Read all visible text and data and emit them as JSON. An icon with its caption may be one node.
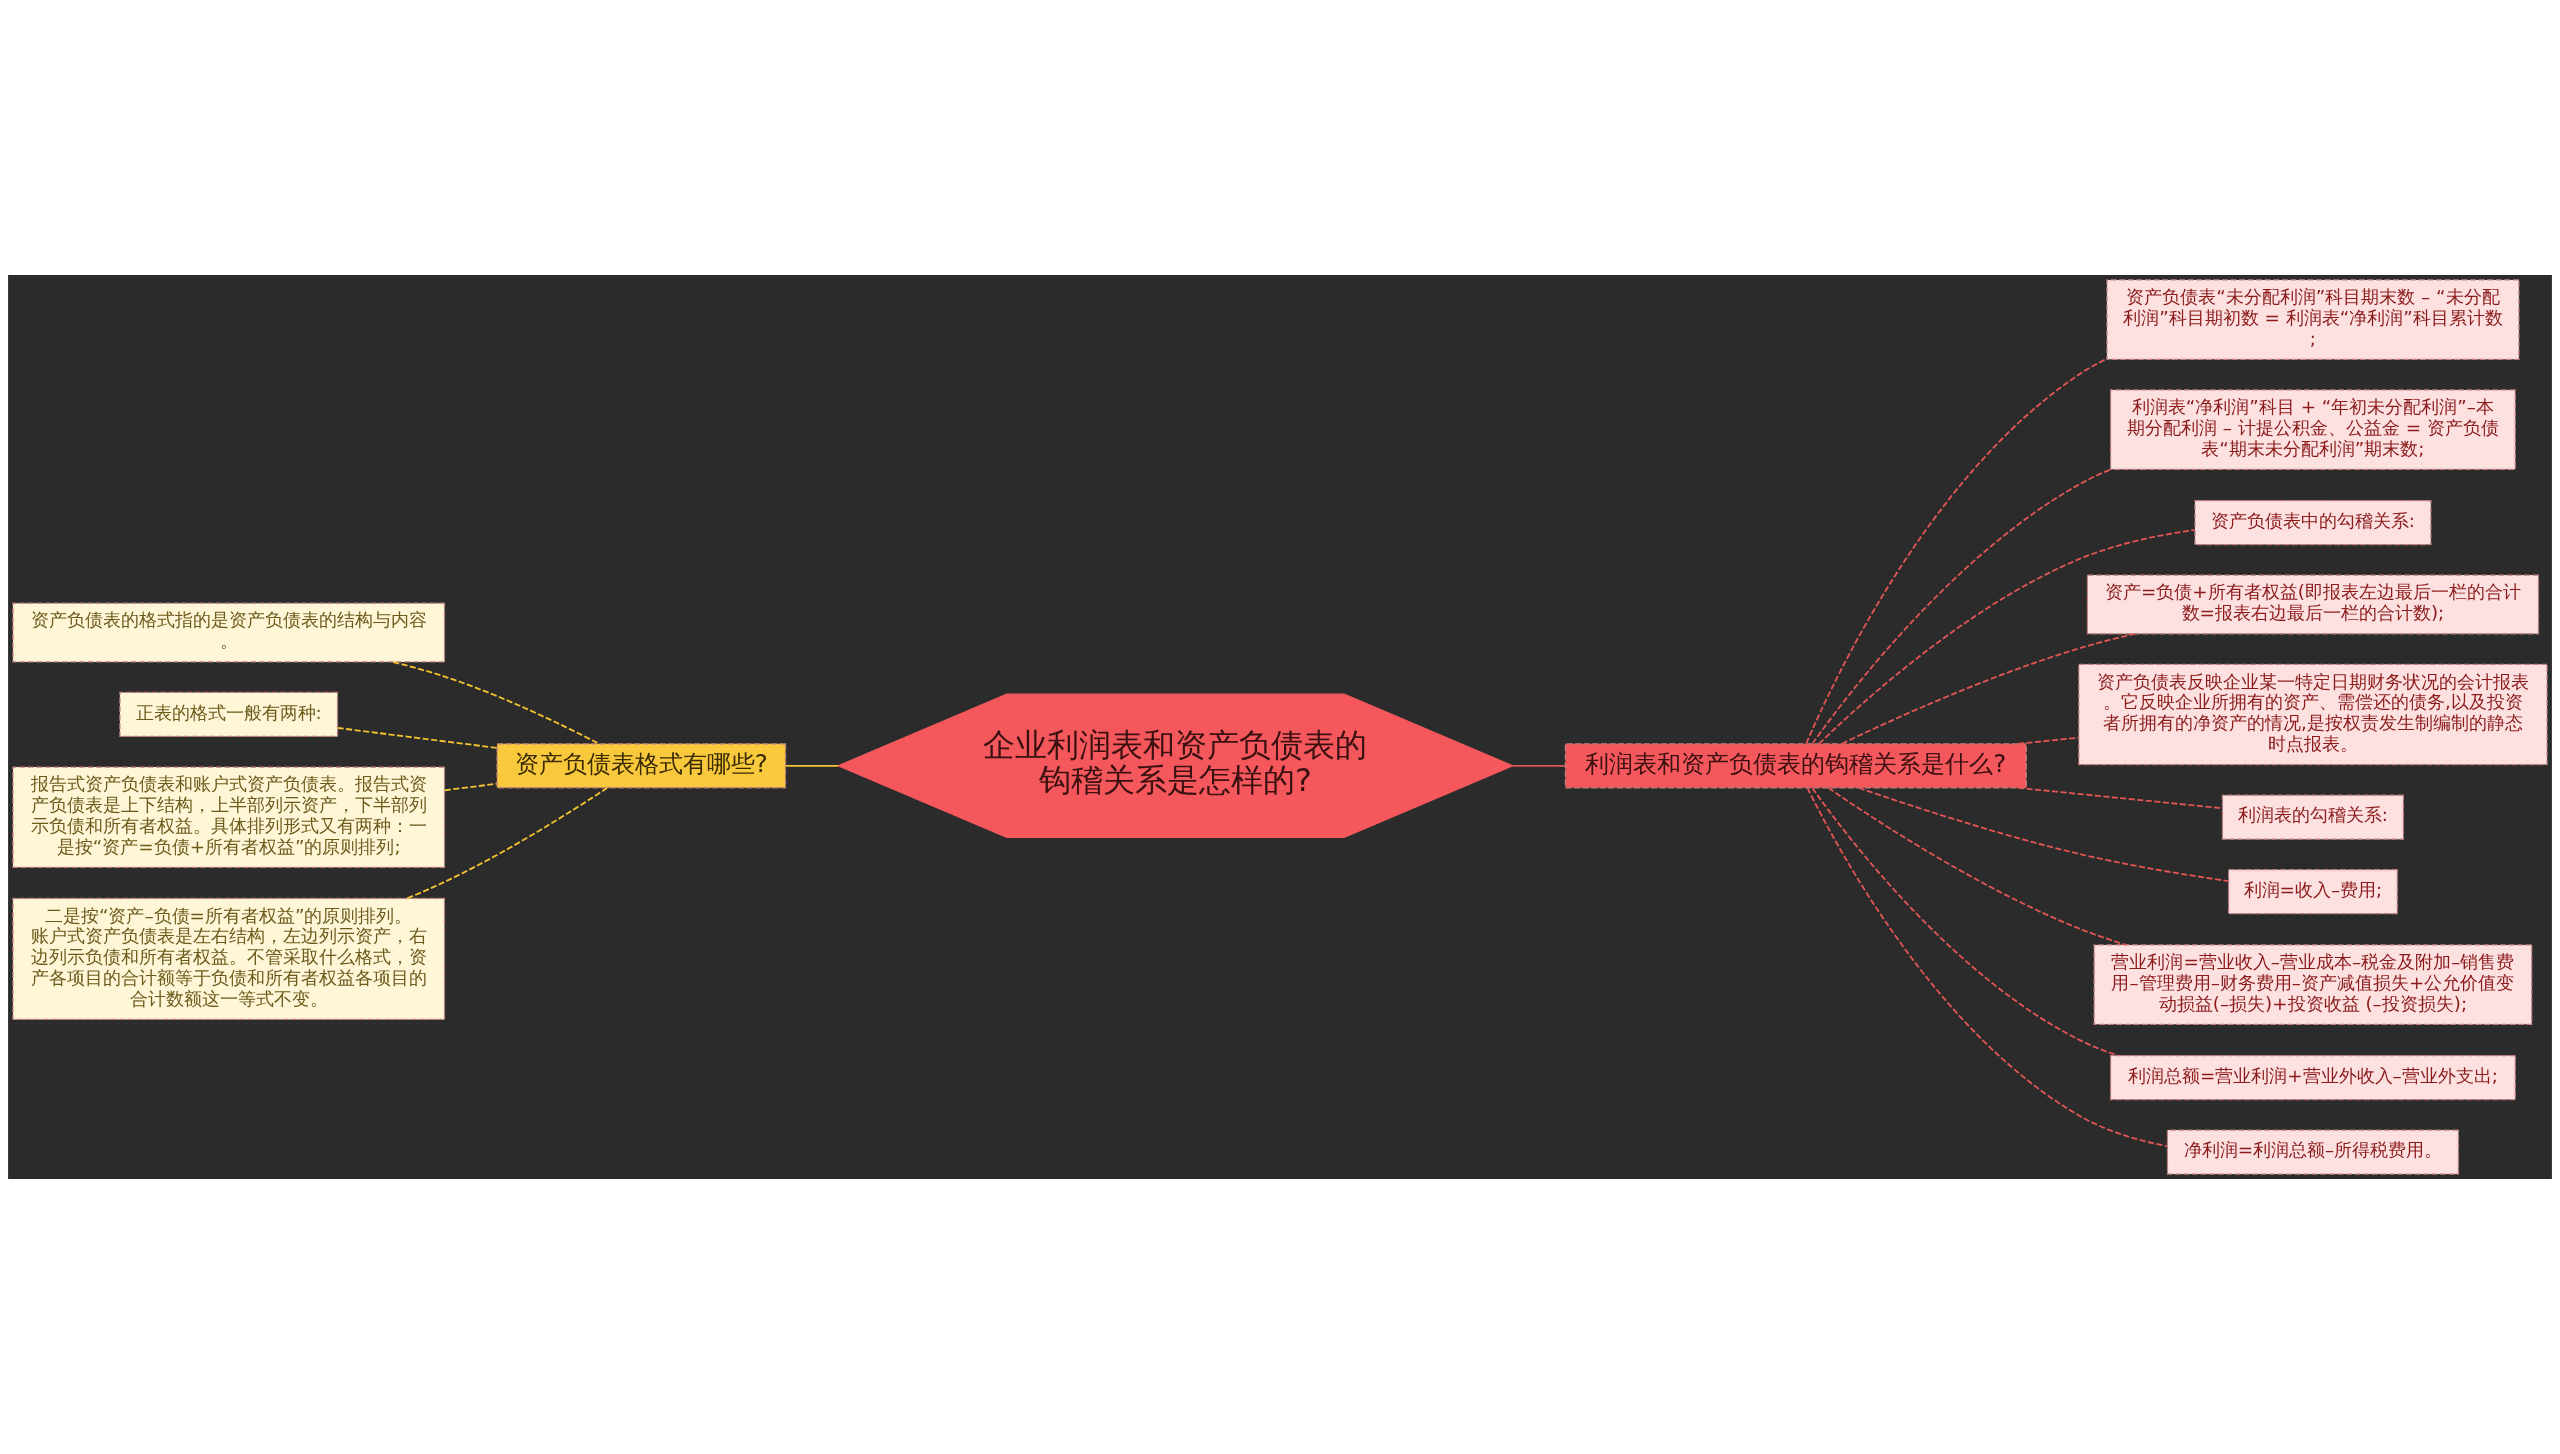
{
  "diagram": {
    "nodes": [
      {
        "text": [
          "企业利润表和资产负债表的钩稽关系是怎样的?"
        ]
      },
      {
        "text": [
          "资产负债表格式有哪些?"
        ]
      },
      {
        "text": [
          "资产负债表的格式指的是资产负债表的结构与内容。"
        ]
      },
      {
        "text": [
          "正表的格式一般有两种:"
        ]
      },
      {
        "text": [
          "报告式资产负债表和账户式资产负债表。报告式资产负债表是上下结构，上半部列示资产，下半部列示负债和所有者权益。具体排列形式又有两种：一是按“资产=负债+所有者权益”的原则排列;"
        ]
      },
      {
        "text": [
          "二是按“资产–负债=所有者权益”的原则排列。账户式资产负债表是左右结构，左边列示资产，右边列示负债和所有者权益。不管采取什么格式，资产各项目的合计额等于负债和所有者权益各项目的合计数额这一等式不变。"
        ]
      },
      {
        "text": [
          "利润表和资产负债表的钩稽关系是什么?"
        ]
      },
      {
        "text": [
          "资产负债表“未分配利润”科目期末数 – “未分配利润”科目期初数 = 利润表“净利润”科目累计数;"
        ]
      },
      {
        "text": [
          "利润表“净利润”科目 + “年初未分配利润”–本期分配利润 – 计提公积金、公益金 = 资产负债表“期末未分配利润”期末数;"
        ]
      },
      {
        "text": [
          "资产负债表中的勾稽关系:"
        ]
      },
      {
        "text": [
          "资产=负债+所有者权益(即报表左边最后一栏的合计数=报表右边最后一栏的合计数);"
        ]
      },
      {
        "text": [
          "资产负债表反映企业某一特定日期财务状况的会计报表。它反映企业所拥有的资产、需偿还的债务,以及投资者所拥有的净资产的情况,是按权责发生制编制的静态时点报表。"
        ]
      },
      {
        "text": [
          "利润表的勾稽关系:"
        ]
      },
      {
        "text": [
          "利润=收入–费用;"
        ]
      },
      {
        "text": [
          "营业利润=营业收入–营业成本–税金及附加–销售费用–管理费用–财务费用–资产减值损失+公允价值变动损益(–损失)+投资收益 (–投资损失);"
        ]
      },
      {
        "text": [
          "利润总额=营业利润+营业外收入–营业外支出;"
        ]
      },
      {
        "text": [
          "净利润=利润总额–所得税费用。"
        ]
      }
    ],
    "edges": [
      {
        "from": 0,
        "to": 1,
        "arrow": "none",
        "color": "#f2c230"
      },
      {
        "from": 1,
        "to": 2,
        "arrow": "none",
        "style": "dashed",
        "color": "#f2c230"
      },
      {
        "from": 1,
        "to": 3,
        "arrow": "none",
        "style": "dashed",
        "color": "#f2c230"
      },
      {
        "from": 1,
        "to": 4,
        "arrow": "none",
        "style": "dashed",
        "color": "#f2c230"
      },
      {
        "from": 1,
        "to": 5,
        "arrow": "none",
        "style": "dashed",
        "color": "#f2c230"
      },
      {
        "from": 0,
        "to": 6,
        "arrow": "none"
      },
      {
        "from": 6,
        "to": 7,
        "arrow": "none",
        "style": "dashed"
      },
      {
        "from": 6,
        "to": 8,
        "arrow": "none",
        "style": "dashed"
      },
      {
        "from": 6,
        "to": 9,
        "arrow": "none",
        "style": "dashed"
      },
      {
        "from": 6,
        "to": 10,
        "arrow": "none",
        "style": "dashed"
      },
      {
        "from": 6,
        "to": 11,
        "arrow": "none",
        "style": "dashed"
      },
      {
        "from": 6,
        "to": 12,
        "arrow": "none",
        "style": "dashed"
      },
      {
        "from": 6,
        "to": 13,
        "arrow": "none",
        "style": "dashed"
      },
      {
        "from": 6,
        "to": 14,
        "arrow": "none",
        "style": "dashed"
      },
      {
        "from": 6,
        "to": 15,
        "arrow": "none",
        "style": "dashed"
      },
      {
        "from": 6,
        "to": 16,
        "arrow": "none",
        "style": "dashed"
      }
    ]
  }
}
